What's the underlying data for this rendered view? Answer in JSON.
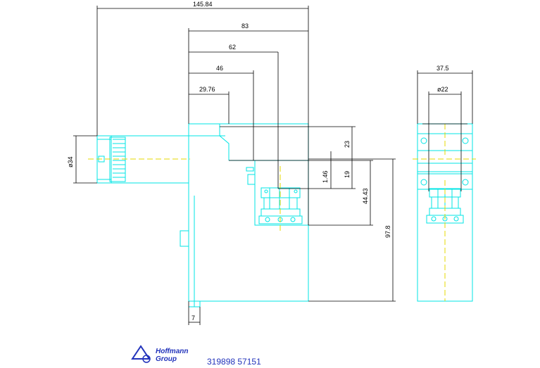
{
  "dimensions": {
    "overall_length": "145.84",
    "length_83": "83",
    "length_62": "62",
    "length_46": "46",
    "length_29_76": "29.76",
    "diameter_34": "ø34",
    "height_23": "23",
    "height_19": "19",
    "height_1_46": "1.46",
    "height_44_43": "44.43",
    "height_97_8": "97.8",
    "width_7": "7",
    "width_37_5": "37.5",
    "diameter_22": "ø22"
  },
  "branding": {
    "logo_line1": "Hoffmann",
    "logo_line2": "Group",
    "part_number": "319898 57151"
  },
  "colors": {
    "outline": "#00e5e5",
    "dimension": "#000000",
    "centerline": "#e5d800",
    "brand": "#2233bb"
  }
}
